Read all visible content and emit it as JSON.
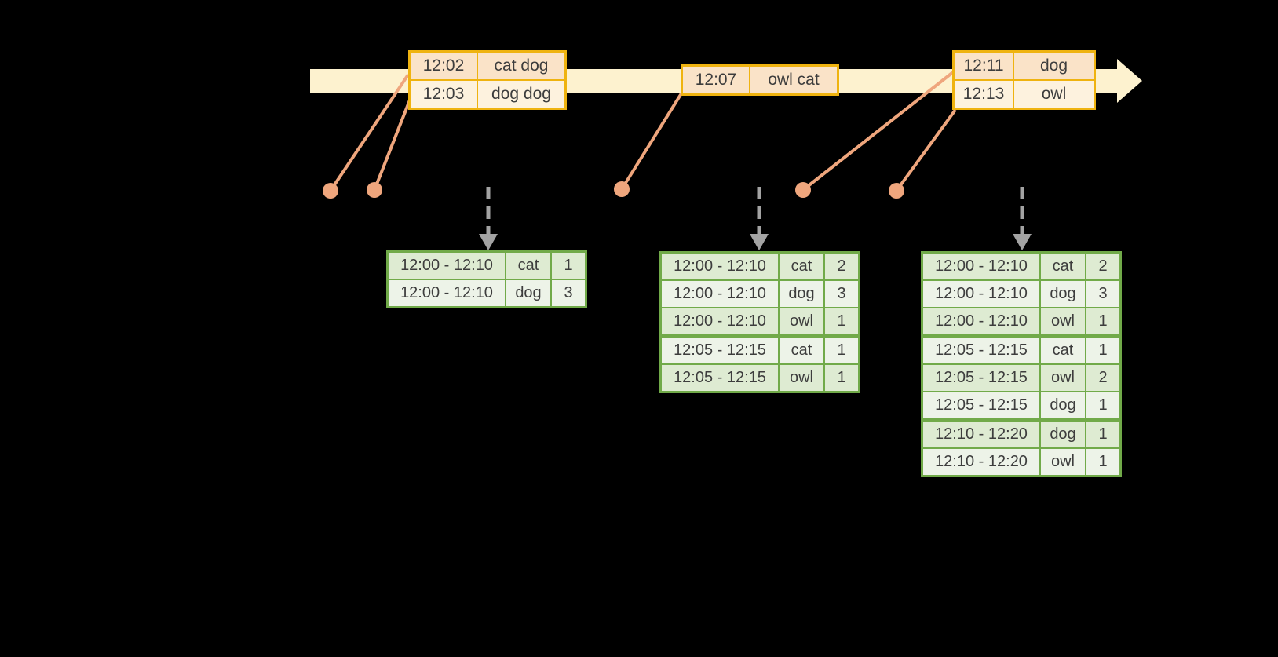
{
  "colors": {
    "background": "#000000",
    "timeline_fill": "#fdf2cf",
    "gold_border": "#efb310",
    "peach_fill": "#fae3c8",
    "cream_fill": "#fdf2de",
    "salmon_connector": "#efa67d",
    "green_border": "#71aa49",
    "green_row_dark": "#deebd2",
    "green_row_light": "#edf3e8",
    "trigger_arrow_gray": "#a3a3a3",
    "text": "#3d3d3d"
  },
  "timeline": {
    "batches": [
      {
        "rows": [
          {
            "time": "12:02",
            "words": "cat dog"
          },
          {
            "time": "12:03",
            "words": "dog dog"
          }
        ]
      },
      {
        "rows": [
          {
            "time": "12:07",
            "words": "owl cat"
          }
        ]
      },
      {
        "rows": [
          {
            "time": "12:11",
            "words": "dog"
          },
          {
            "time": "12:13",
            "words": "owl"
          }
        ]
      }
    ]
  },
  "result_tables": [
    {
      "rows": [
        {
          "window": "12:00 - 12:10",
          "word": "cat",
          "count": "1"
        },
        {
          "window": "12:00 - 12:10",
          "word": "dog",
          "count": "3"
        }
      ]
    },
    {
      "rows": [
        {
          "window": "12:00 - 12:10",
          "word": "cat",
          "count": "2"
        },
        {
          "window": "12:00 - 12:10",
          "word": "dog",
          "count": "3"
        },
        {
          "window": "12:00 - 12:10",
          "word": "owl",
          "count": "1"
        },
        {
          "window": "12:05 - 12:15",
          "word": "cat",
          "count": "1"
        },
        {
          "window": "12:05 - 12:15",
          "word": "owl",
          "count": "1"
        }
      ]
    },
    {
      "rows": [
        {
          "window": "12:00 - 12:10",
          "word": "cat",
          "count": "2"
        },
        {
          "window": "12:00 - 12:10",
          "word": "dog",
          "count": "3"
        },
        {
          "window": "12:00 - 12:10",
          "word": "owl",
          "count": "1"
        },
        {
          "window": "12:05 - 12:15",
          "word": "cat",
          "count": "1"
        },
        {
          "window": "12:05 - 12:15",
          "word": "owl",
          "count": "2"
        },
        {
          "window": "12:05 - 12:15",
          "word": "dog",
          "count": "1"
        },
        {
          "window": "12:10 - 12:20",
          "word": "dog",
          "count": "1"
        },
        {
          "window": "12:10 - 12:20",
          "word": "owl",
          "count": "1"
        }
      ]
    }
  ]
}
